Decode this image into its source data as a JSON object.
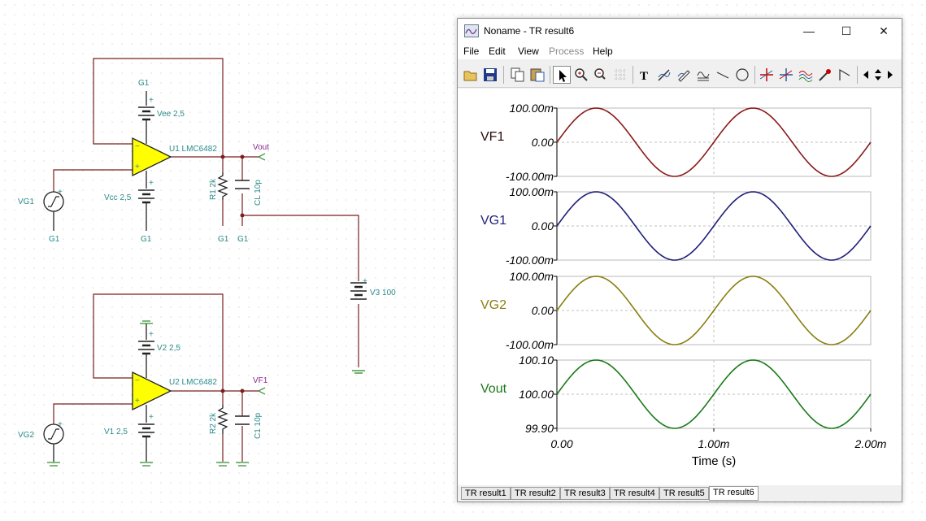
{
  "schematic": {
    "labels": {
      "g1_top": "G1",
      "vee": "Vee 2,5",
      "u1": "U1 LMC6482",
      "vout": "Vout",
      "vg1": "VG1",
      "vcc": "Vcc 2,5",
      "r1": "R1 2k",
      "cl": "CL 10p",
      "g1_vg1": "G1",
      "g1_vcc": "G1",
      "g1_r1": "G1",
      "g1_cl": "G1",
      "v3": "V3 100",
      "v2": "V2 2,5",
      "u2": "U2 LMC6482",
      "vf1": "VF1",
      "vg2": "VG2",
      "v1": "V1 2,5",
      "r2": "R2 2k",
      "c1": "C1 10p",
      "plus": "+",
      "minus": "−"
    }
  },
  "window": {
    "title": "Noname - TR result6",
    "controls": {
      "minimize": "—",
      "maximize": "☐",
      "close": "✕"
    },
    "menu": [
      "File",
      "Edit",
      "View",
      "Process",
      "Help"
    ],
    "menu_disabled": [
      "Process"
    ],
    "tabs": [
      "TR result1",
      "TR result2",
      "TR result3",
      "TR result4",
      "TR result5",
      "TR result6"
    ],
    "active_tab": "TR result6",
    "toolbar_icons": [
      "open-folder-icon",
      "save-icon",
      "copy-icon",
      "paste-icon",
      "pointer-icon",
      "zoom-in-icon",
      "zoom-100-icon",
      "grid-icon",
      "text-tool-icon",
      "line-tool-icon",
      "pen-tool-icon",
      "graph-tool-icon",
      "line-icon",
      "circle-icon",
      "cursor-a-icon",
      "cursor-b-icon",
      "waves-icon",
      "probe-icon",
      "flag-icon",
      "scroll-left-icon",
      "scroll-updown-icon",
      "scroll-right-icon"
    ]
  },
  "chart_data": {
    "type": "line",
    "xlabel": "Time (s)",
    "x_ticks": [
      "0.00",
      "1.00m",
      "2.00m"
    ],
    "xlim": [
      0,
      0.002
    ],
    "grid": true,
    "panels": [
      {
        "name": "VF1",
        "color": "#8b1a1a",
        "ylim": [
          -0.1,
          0.1
        ],
        "y_ticks": [
          "100.00m",
          "0.00",
          "-100.00m"
        ],
        "amplitude": 0.1,
        "offset": 0,
        "frequency_hz": 1000
      },
      {
        "name": "VG1",
        "color": "#1f1f7a",
        "ylim": [
          -0.1,
          0.1
        ],
        "y_ticks": [
          "100.00m",
          "0.00",
          "-100.00m"
        ],
        "amplitude": 0.1,
        "offset": 0,
        "frequency_hz": 1000
      },
      {
        "name": "VG2",
        "color": "#8a7f10",
        "ylim": [
          -0.1,
          0.1
        ],
        "y_ticks": [
          "100.00m",
          "0.00",
          "-100.00m"
        ],
        "amplitude": 0.1,
        "offset": 0,
        "frequency_hz": 1000
      },
      {
        "name": "Vout",
        "color": "#1a7a1a",
        "ylim": [
          99.9,
          100.1
        ],
        "y_ticks": [
          "100.10",
          "100.00",
          "99.90"
        ],
        "amplitude": 0.1,
        "offset": 100,
        "frequency_hz": 1000
      }
    ]
  }
}
